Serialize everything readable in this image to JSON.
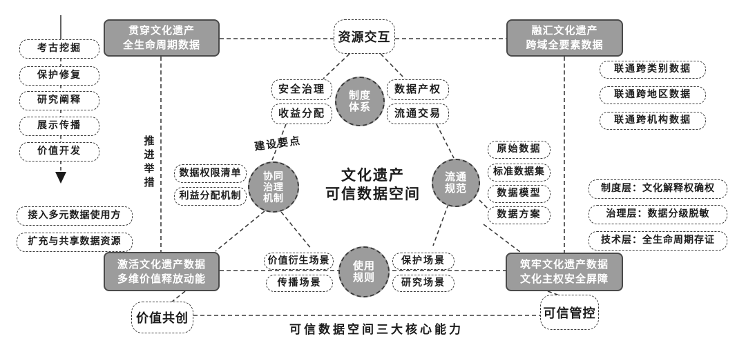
{
  "title": {
    "line1": "文化遗产",
    "line2": "可信数据空间"
  },
  "caption": "可信数据空间三大核心能力",
  "annotations": {
    "construction": "建设要点",
    "promotion": "推进举措"
  },
  "top": {
    "left_box": {
      "line1": "贯穿文化遗产",
      "line2": "全生命周期数据"
    },
    "center_node": "资源交互",
    "right_box": {
      "line1": "融汇文化遗产",
      "line2": "跨域全要素数据"
    }
  },
  "bottom": {
    "left_box": {
      "line1": "激活文化遗产数据",
      "line2": "多维价值释放动能"
    },
    "left_node": "价值共创",
    "right_box": {
      "line1": "筑牢文化遗产数据",
      "line2": "文化主权安全屏障"
    },
    "right_node": "可信管控"
  },
  "left_flow": [
    "考古挖掘",
    "保护修复",
    "研究阐释",
    "展示传播",
    "价值开发"
  ],
  "left_bottom": [
    "接入多元数据使用方",
    "扩充与共享数据资源"
  ],
  "right_top": [
    "联通跨类别数据",
    "联通跨地区数据",
    "联通跨机构数据"
  ],
  "right_bottom": [
    "制度层：文化解释权确权",
    "治理层：数据分级脱敏",
    "技术层：全生命周期存证"
  ],
  "circles": {
    "institution": [
      "制度",
      "体系"
    ],
    "governance": [
      "协同",
      "治理",
      "机制"
    ],
    "circulation": [
      "流通",
      "规范"
    ],
    "usage": [
      "使用",
      "规则"
    ]
  },
  "institution_items": {
    "left": [
      "安全治理",
      "收益分配"
    ],
    "right": [
      "数据产权",
      "流通交易"
    ]
  },
  "governance_items": [
    "数据权限清单",
    "利益分配机制"
  ],
  "circulation_items": [
    "原始数据",
    "标准数据集",
    "数据模型",
    "数据方案"
  ],
  "usage_items": {
    "left": [
      "价值衍生场景",
      "传播场景"
    ],
    "right": [
      "保护场景",
      "研究场景"
    ]
  },
  "colors": {
    "gray_fill": "#9c9c9c",
    "gray_border": "#4a4a4a",
    "dash": "#3b3b3b",
    "text": "#1c1c1c",
    "white": "#ffffff"
  }
}
